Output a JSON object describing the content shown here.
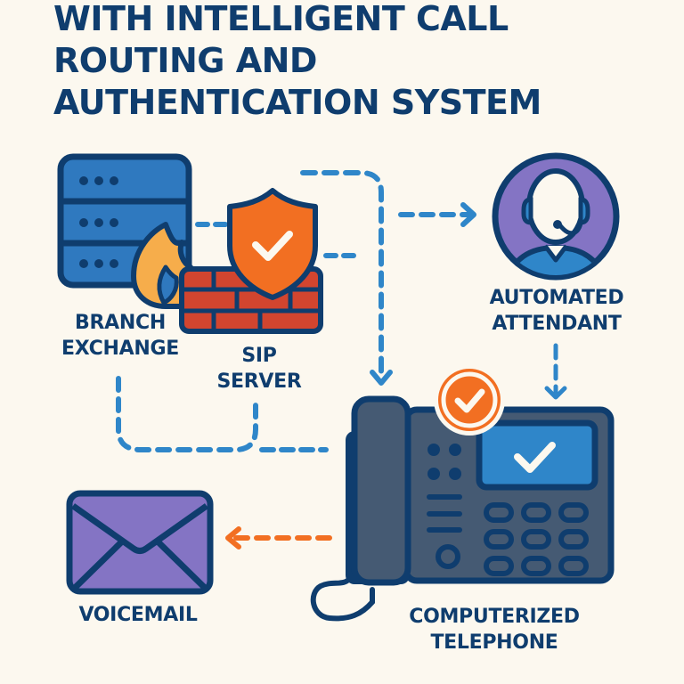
{
  "title": {
    "lines": [
      "WITH INTELLIGENT CALL",
      "ROUTING AND",
      "AUTHENTICATION SYSTEM"
    ]
  },
  "nodes": {
    "branch_exchange": {
      "lines": [
        "BRANCH",
        "EXCHANGE"
      ],
      "icon": "server-rack-icon"
    },
    "sip_server": {
      "lines": [
        "SIP",
        "SERVER"
      ],
      "icon": "firewall-shield-icon"
    },
    "automated_attendant": {
      "lines": [
        "AUTOMATED",
        "ATTENDANT"
      ],
      "icon": "headset-agent-icon"
    },
    "computerized_telephone": {
      "lines": [
        "COMPUTERIZED",
        "TELEPHONE"
      ],
      "icon": "desk-phone-icon"
    },
    "voicemail": {
      "lines": [
        "VOICEMAIL"
      ],
      "icon": "envelope-icon"
    }
  },
  "connections": [
    {
      "from": "sip_server",
      "to": "automated_attendant",
      "style": "dashed",
      "color": "blue"
    },
    {
      "from": "sip_server",
      "to": "computerized_telephone",
      "style": "dashed",
      "color": "blue"
    },
    {
      "from": "automated_attendant",
      "to": "computerized_telephone",
      "style": "dashed",
      "color": "blue"
    },
    {
      "from": "branch_exchange",
      "to": "sip_server",
      "style": "dashed",
      "color": "blue"
    },
    {
      "from": "computerized_telephone",
      "to": "voicemail",
      "style": "dashed",
      "color": "orange"
    }
  ],
  "colors": {
    "navy": "#0f3d6e",
    "blue": "#2f86c9",
    "orange": "#f26f22",
    "purple": "#8474c4",
    "brick": "#d2452f",
    "flame": "#f6ad4b",
    "phone_body": "#455a73",
    "background": "#fcf8ef"
  }
}
